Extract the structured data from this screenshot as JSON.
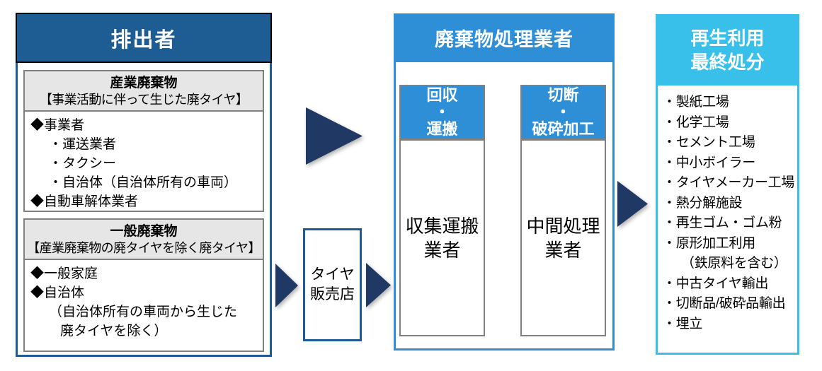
{
  "colors": {
    "emitters_header_navy": "#1E5C94",
    "emitters_border_navy": "#1E5A93",
    "arrow_navy": "#1F3864",
    "processor_blue": "#2E8ED6",
    "recycle_light_blue": "#38BFEA",
    "section_header_gray": "#E7E6E6",
    "section_border_gray": "#808080"
  },
  "left_box": {
    "title": "排出者",
    "sections": [
      {
        "heading": "産業廃棄物",
        "subheading": "【事業活動に伴って生じた廃タイヤ】",
        "items": [
          "◆事業者",
          "・運送業者",
          "・タクシー",
          "・自治体（自治体所有の車両）",
          "◆自動車解体業者"
        ]
      },
      {
        "heading": "一般廃棄物",
        "subheading": "【産業廃棄物の廃タイヤを除く廃タイヤ】",
        "items": [
          "◆一般家庭",
          "◆自治体",
          "（自治体所有の車両から生じた",
          "廃タイヤを除く）"
        ]
      }
    ]
  },
  "tire_shop": {
    "label": "タイヤ\n販売店"
  },
  "processor_box": {
    "title": "廃棄物処理業者",
    "columns": [
      {
        "header": "回収\n・\n運搬",
        "body": "収集運搬\n業者"
      },
      {
        "header": "切断\n・\n破砕加工",
        "body": "中間処理\n業者"
      }
    ]
  },
  "recycle_box": {
    "title": "再生利用\n最終処分",
    "items": [
      "・製紙工場",
      "・化学工場",
      "・セメント工場",
      "・中小ボイラー",
      "・タイヤメーカー工場",
      "・熱分解施設",
      "・再生ゴム・ゴム粉",
      "・原形加工利用",
      "（鉄原料を含む）",
      "・中古タイヤ輸出",
      "・切断品/破砕品輸出",
      "・埋立"
    ]
  }
}
